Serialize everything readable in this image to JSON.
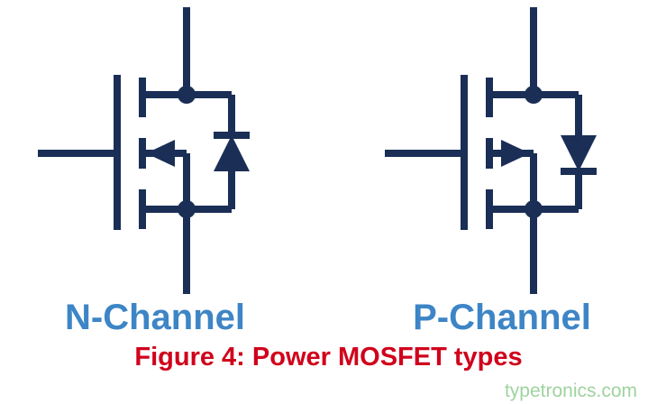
{
  "diagram": {
    "caption": "Figure 4: Power MOSFET types",
    "watermark": "typetronics.com",
    "symbols": [
      {
        "label": "N-Channel",
        "type": "n-channel-power-mosfet-with-body-diode"
      },
      {
        "label": "P-Channel",
        "type": "p-channel-power-mosfet-with-body-diode"
      }
    ],
    "colors": {
      "symbol_stroke": "#1a2e56",
      "label_text": "#3d85c6",
      "caption_text": "#d0021b",
      "watermark_text": "#8fcc8f",
      "background": "#ffffff"
    }
  }
}
